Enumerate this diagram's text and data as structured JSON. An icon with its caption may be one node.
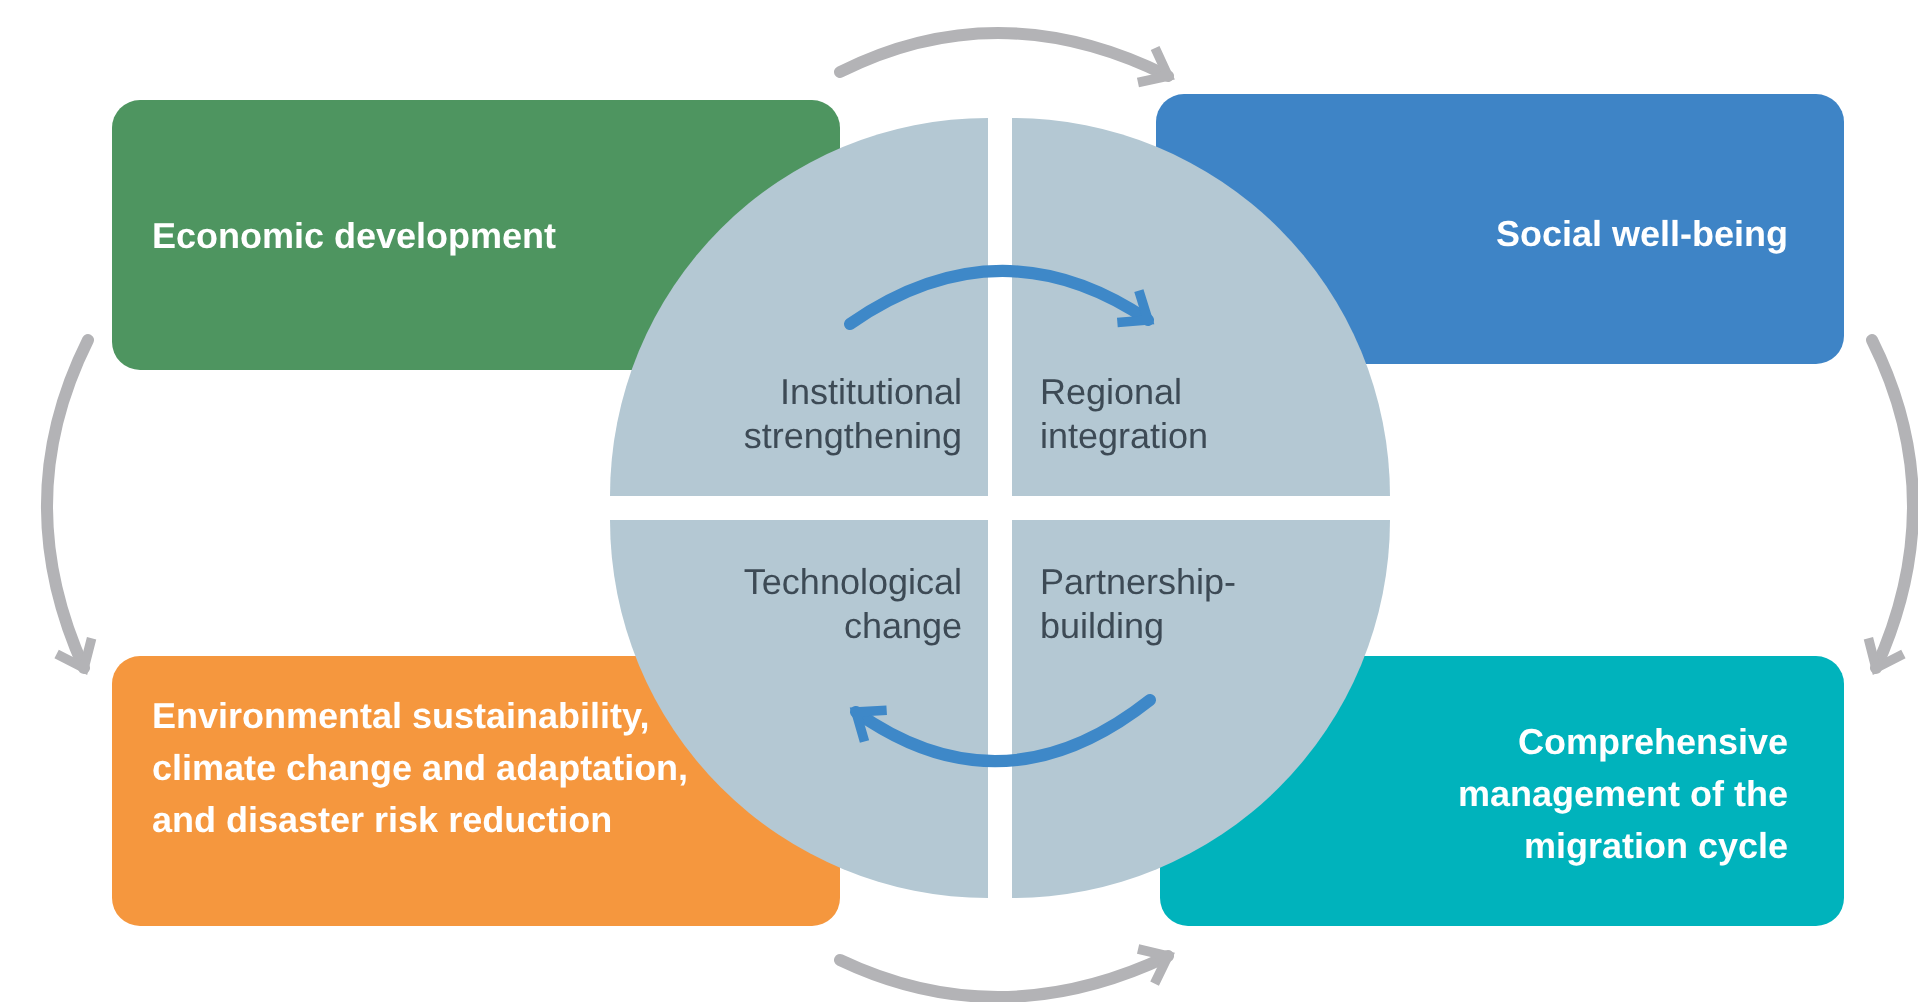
{
  "diagram": {
    "nodes": [
      {
        "text": [
          "Economic development"
        ]
      },
      {
        "text": [
          "Social well-being"
        ]
      },
      {
        "text": [
          "Institutional strengthening"
        ]
      },
      {
        "text": [
          "Regional integration"
        ]
      },
      {
        "text": [
          "Technological change"
        ]
      },
      {
        "text": [
          "Partnership-building"
        ]
      },
      {
        "text": [
          "Environmental sustainability, climate change and adaptation, and disaster risk reduction"
        ]
      },
      {
        "text": [
          "Comprehensive management of the migration cycle"
        ]
      }
    ],
    "edges": [
      {
        "from": 0,
        "to": 1,
        "arrow": "to"
      },
      {
        "from": 1,
        "to": 7,
        "arrow": "to"
      },
      {
        "from": 6,
        "to": 7,
        "arrow": "to"
      },
      {
        "from": 0,
        "to": 6,
        "arrow": "to"
      },
      {
        "from": 2,
        "to": 3,
        "arrow": "to",
        "color": "#3e88c8"
      },
      {
        "from": 5,
        "to": 4,
        "arrow": "to",
        "color": "#3e88c8"
      }
    ]
  }
}
